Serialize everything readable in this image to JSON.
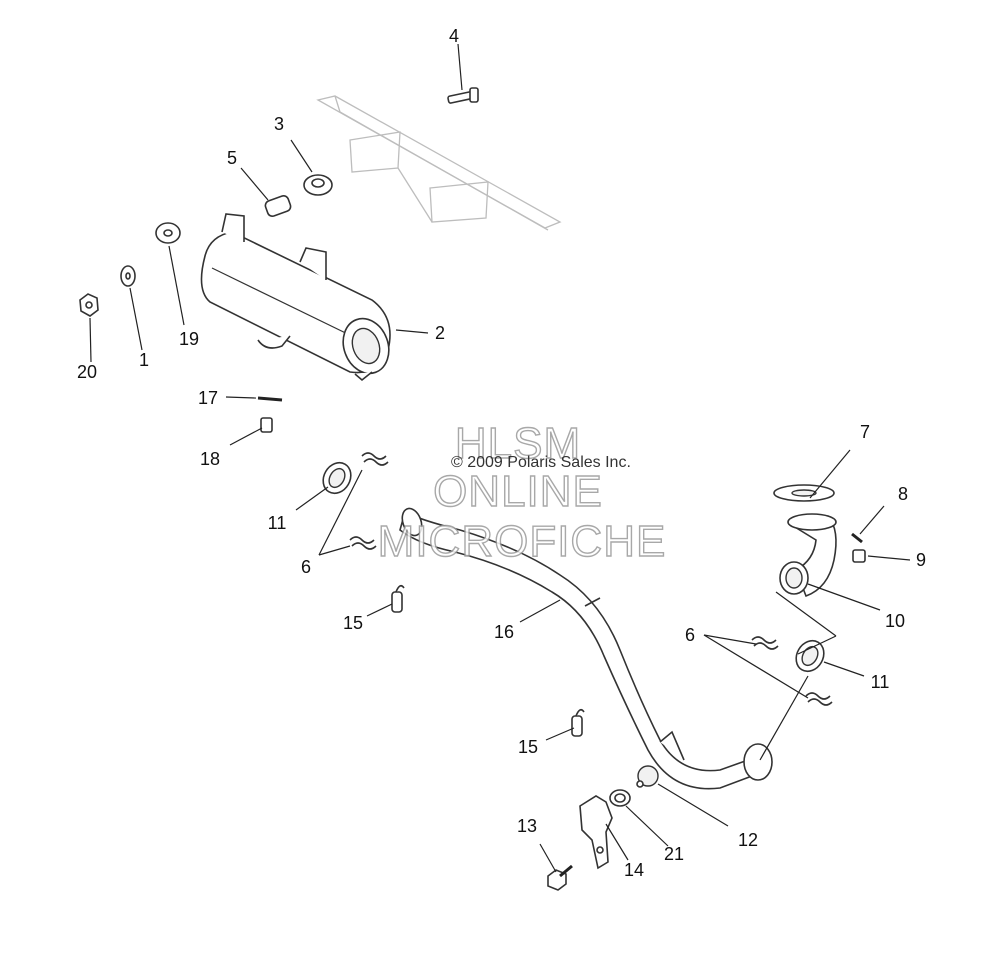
{
  "diagram": {
    "callouts": [
      "4",
      "3",
      "5",
      "2",
      "19",
      "1",
      "20",
      "17",
      "18",
      "11",
      "6",
      "15",
      "16",
      "7",
      "8",
      "9",
      "10",
      "6",
      "11",
      "15",
      "13",
      "14",
      "21",
      "12"
    ]
  },
  "watermark": {
    "line1": "HLSM",
    "line2": "ONLINE",
    "line3": "MICROFICHE",
    "copyright": "© 2009 Polaris Sales Inc."
  }
}
